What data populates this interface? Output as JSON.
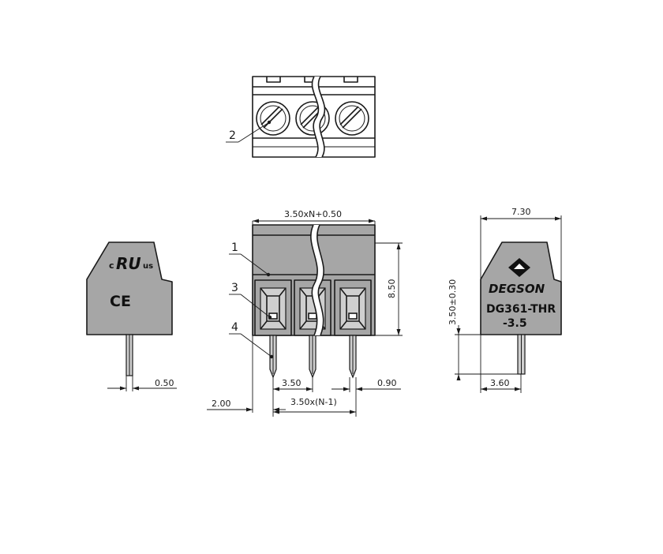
{
  "dimensions": {
    "top_width": "3.50xN+0.50",
    "height": "8.50",
    "pitch": "3.50",
    "pin_thickness": "0.90",
    "pin_edge_offset": "2.00",
    "pitch_total": "3.50x(N-1)",
    "side_pin_width": "0.50",
    "depth": "7.30",
    "pin_length": "3.50±0.30",
    "pin_offset": "3.60"
  },
  "callouts": [
    "1",
    "2",
    "3",
    "4"
  ],
  "side_view": {
    "brand": "DEGSON",
    "model_line1": "DG361-THR",
    "model_line2": "-3.5"
  },
  "certifications": {
    "ul_prefix": "c",
    "ul_mark": "RU",
    "ul_suffix": "us",
    "ce_mark": "CE"
  },
  "icons": [
    "degson-logo-icon",
    "ul-recognized-icon",
    "ce-mark-icon"
  ]
}
